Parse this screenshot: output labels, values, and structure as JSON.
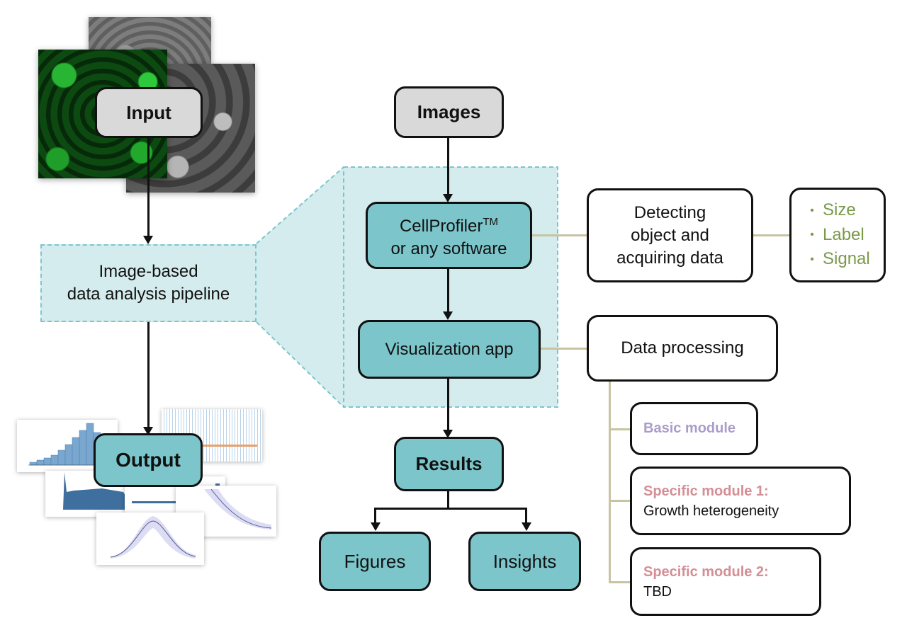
{
  "left": {
    "input_label": "Input",
    "pipeline_label_line1": "Image-based",
    "pipeline_label_line2": "data analysis pipeline",
    "output_label": "Output"
  },
  "center": {
    "images_label": "Images",
    "cellprofiler_line1": "CellProfiler",
    "cellprofiler_tm": "TM",
    "cellprofiler_line2": "or any software",
    "visualization_label": "Visualization app",
    "results_label": "Results",
    "figures_label": "Figures",
    "insights_label": "Insights"
  },
  "right": {
    "detecting_line1": "Detecting",
    "detecting_line2": "object and",
    "detecting_line3": "acquiring data",
    "features": [
      "Size",
      "Label",
      "Signal"
    ],
    "data_processing_label": "Data processing",
    "modules": [
      {
        "title": "Basic module",
        "subtitle": ""
      },
      {
        "title": "Specific module 1:",
        "subtitle": "Growth heterogeneity"
      },
      {
        "title": "Specific module 2:",
        "subtitle": "TBD"
      }
    ]
  },
  "colors": {
    "teal_box": "#7cc6cb",
    "teal_region": "#d4ecee",
    "grey_box": "#d9d9d9",
    "feature_text": "#7a9a4a",
    "basic_module_text": "#a99ec9",
    "specific_module_text": "#d48e95",
    "connector": "#c8c3a0"
  }
}
